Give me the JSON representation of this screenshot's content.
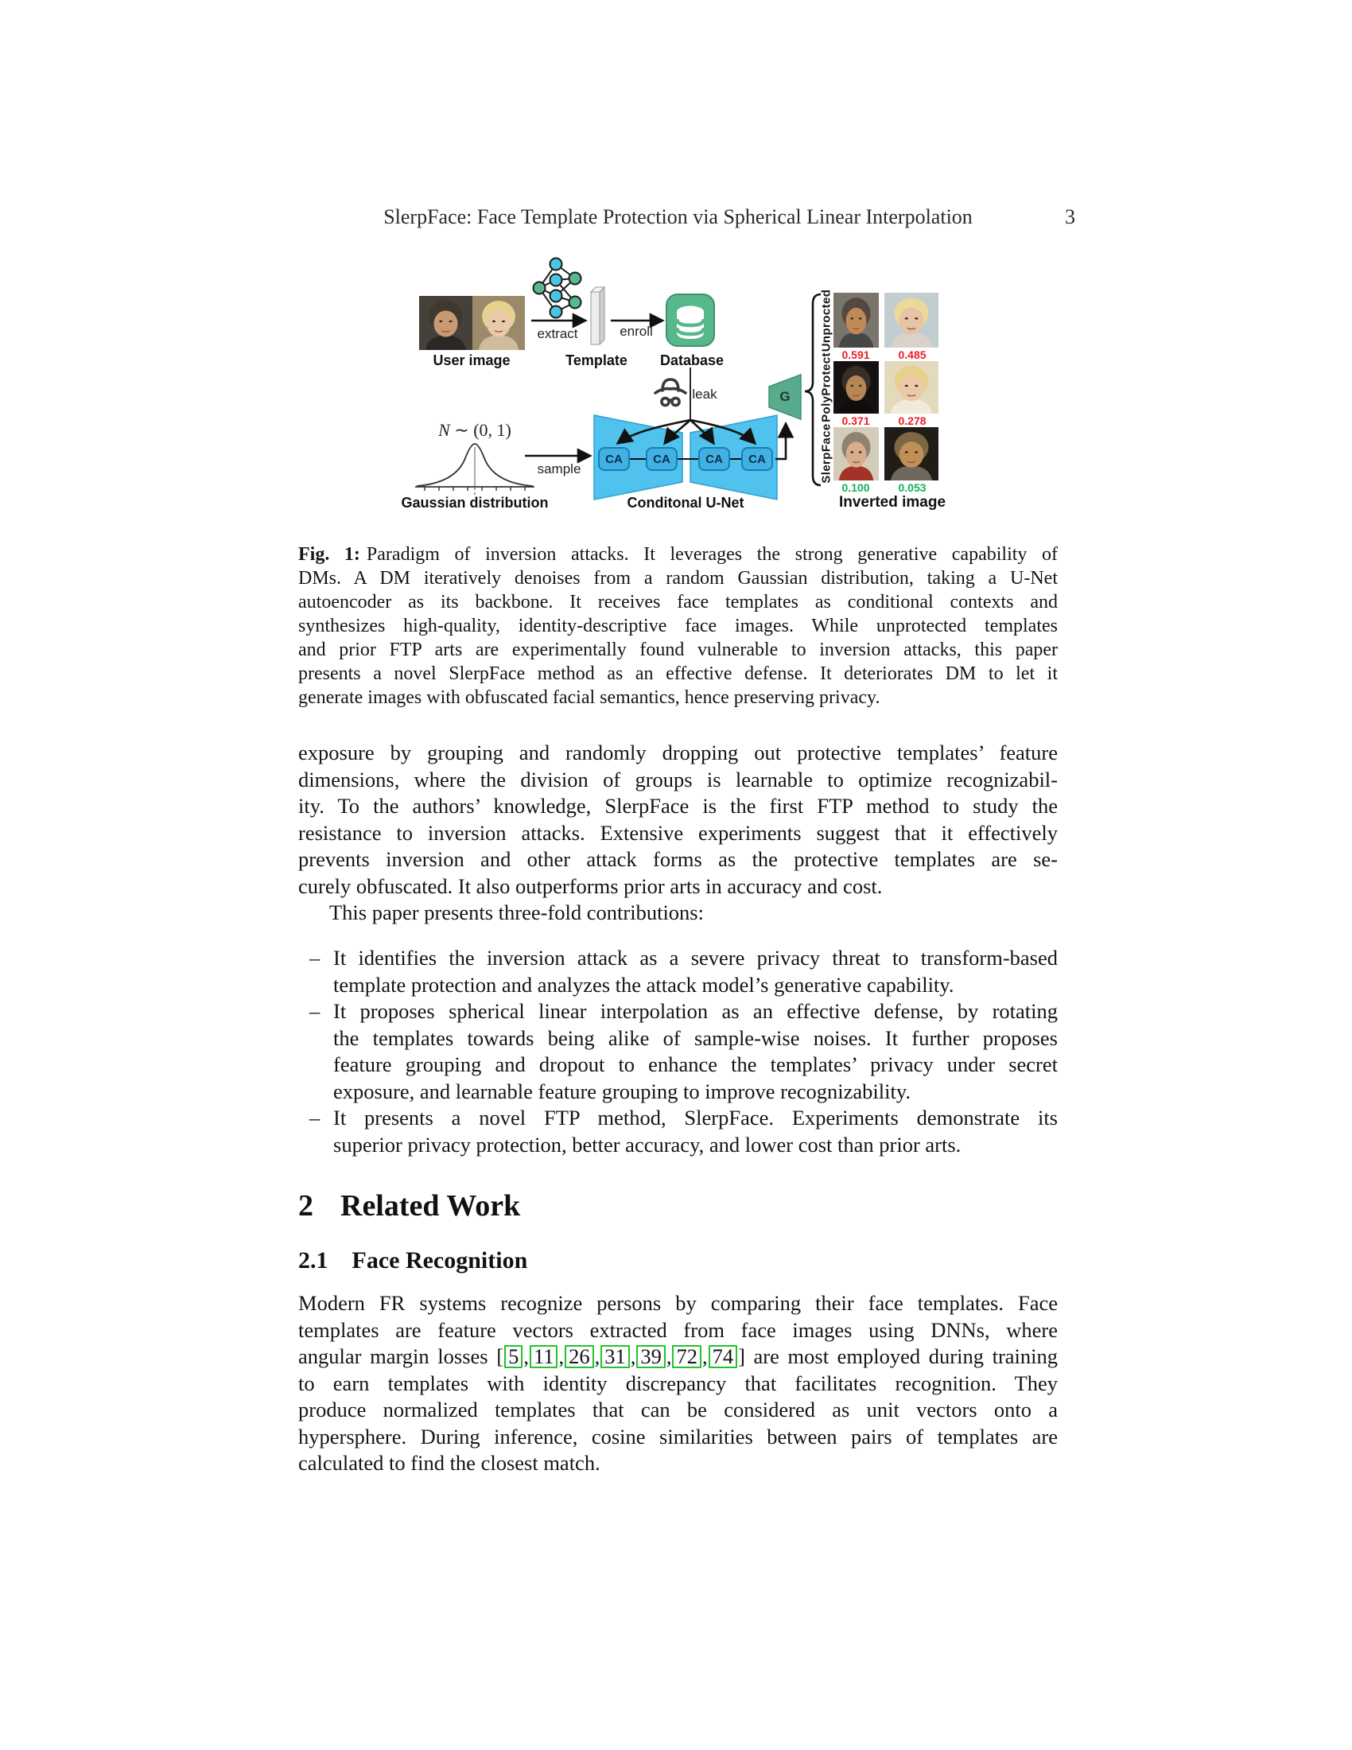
{
  "header": {
    "running_title": "SlerpFace: Face Template Protection via Spherical Linear Interpolation",
    "page_number": "3"
  },
  "figure": {
    "user_image_label": "User image",
    "template_label": "Template",
    "database_label": "Database",
    "extract_label": "extract",
    "enroll_label": "enroll",
    "leak_label": "leak",
    "sample_label": "sample",
    "gaussian_label": "Gaussian distribution",
    "gaussian_formula_n": "N",
    "gaussian_formula_rest": " ∼ (0, 1)",
    "unet_label": "Conditonal U-Net",
    "ca_label": "CA",
    "generator_label": "G",
    "inverted_label": "Inverted image",
    "rows": [
      {
        "label": "Unprocted",
        "values": [
          "0.591",
          "0.485"
        ]
      },
      {
        "label": "PolyProtect",
        "values": [
          "0.371",
          "0.278"
        ]
      },
      {
        "label": "SlerpFace",
        "values": [
          "0.100",
          "0.053"
        ]
      }
    ],
    "colors": {
      "icon_green": "#57b98b",
      "unet_blue": "#4fc3ee",
      "ca_blue": "#41b0e2",
      "red_value": "#ed1c24",
      "green_value": "#0fb259",
      "citation_green": "#22c32d"
    }
  },
  "caption": {
    "bold_prefix": "Fig. 1:",
    "lines": [
      "Paradigm of inversion attacks. It leverages the strong generative capability of",
      "DMs. A DM iteratively denoises from a random Gaussian distribution, taking a U-Net",
      "autoencoder as its backbone. It receives face templates as conditional contexts and",
      "synthesizes high-quality, identity-descriptive face images. While unprotected templates",
      "and prior FTP arts are experimentally found vulnerable to inversion attacks, this paper",
      "presents a novel SlerpFace method as an effective defense. It deteriorates DM to let it",
      "generate images with obfuscated facial semantics, hence preserving privacy."
    ]
  },
  "para1": {
    "lines": [
      "exposure by grouping and randomly dropping out protective templates’ feature",
      "dimensions, where the division of groups is learnable to optimize recognizabil-",
      "ity. To the authors’ knowledge, SlerpFace is the first FTP method to study the",
      "resistance to inversion attacks. Extensive experiments suggest that it effectively",
      "prevents inversion and other attack forms as the protective templates are se-",
      "curely obfuscated. It also outperforms prior arts in accuracy and cost."
    ],
    "indent_line": "This paper presents three-fold contributions:"
  },
  "list": {
    "marker": "–",
    "items": [
      {
        "lines": [
          "It identifies the inversion attack as a severe privacy threat to transform-based",
          "template protection and analyzes the attack model’s generative capability."
        ]
      },
      {
        "lines": [
          "It proposes spherical linear interpolation as an effective defense, by rotating",
          "the templates towards being alike of sample-wise noises. It further proposes",
          "feature grouping and dropout to enhance the templates’ privacy under secret",
          "exposure, and learnable feature grouping to improve recognizability."
        ]
      },
      {
        "lines": [
          "It presents a novel FTP method, SlerpFace. Experiments demonstrate its",
          "superior privacy protection, better accuracy, and lower cost than prior arts."
        ]
      }
    ]
  },
  "section": {
    "number": "2",
    "title": "Related Work"
  },
  "subsection": {
    "number": "2.1",
    "title": "Face Recognition"
  },
  "para2": {
    "line1": "Modern FR systems recognize persons by comparing their face templates. Face",
    "line2": "templates are feature vectors extracted from face images using DNNs, where",
    "line3_prefix": "angular margin losses",
    "bracket_open": "[",
    "bracket_close": "]",
    "comma": ",",
    "refs": [
      "5",
      "11",
      "26",
      "31",
      "39",
      "72",
      "74"
    ],
    "line3_suffix": "are most employed during training",
    "line4": "to earn templates with identity discrepancy that facilitates recognition. They",
    "line5": "produce normalized templates that can be considered as unit vectors onto a",
    "line6": "hypersphere. During inference, cosine similarities between pairs of templates are",
    "line7": "calculated to find the closest match."
  }
}
